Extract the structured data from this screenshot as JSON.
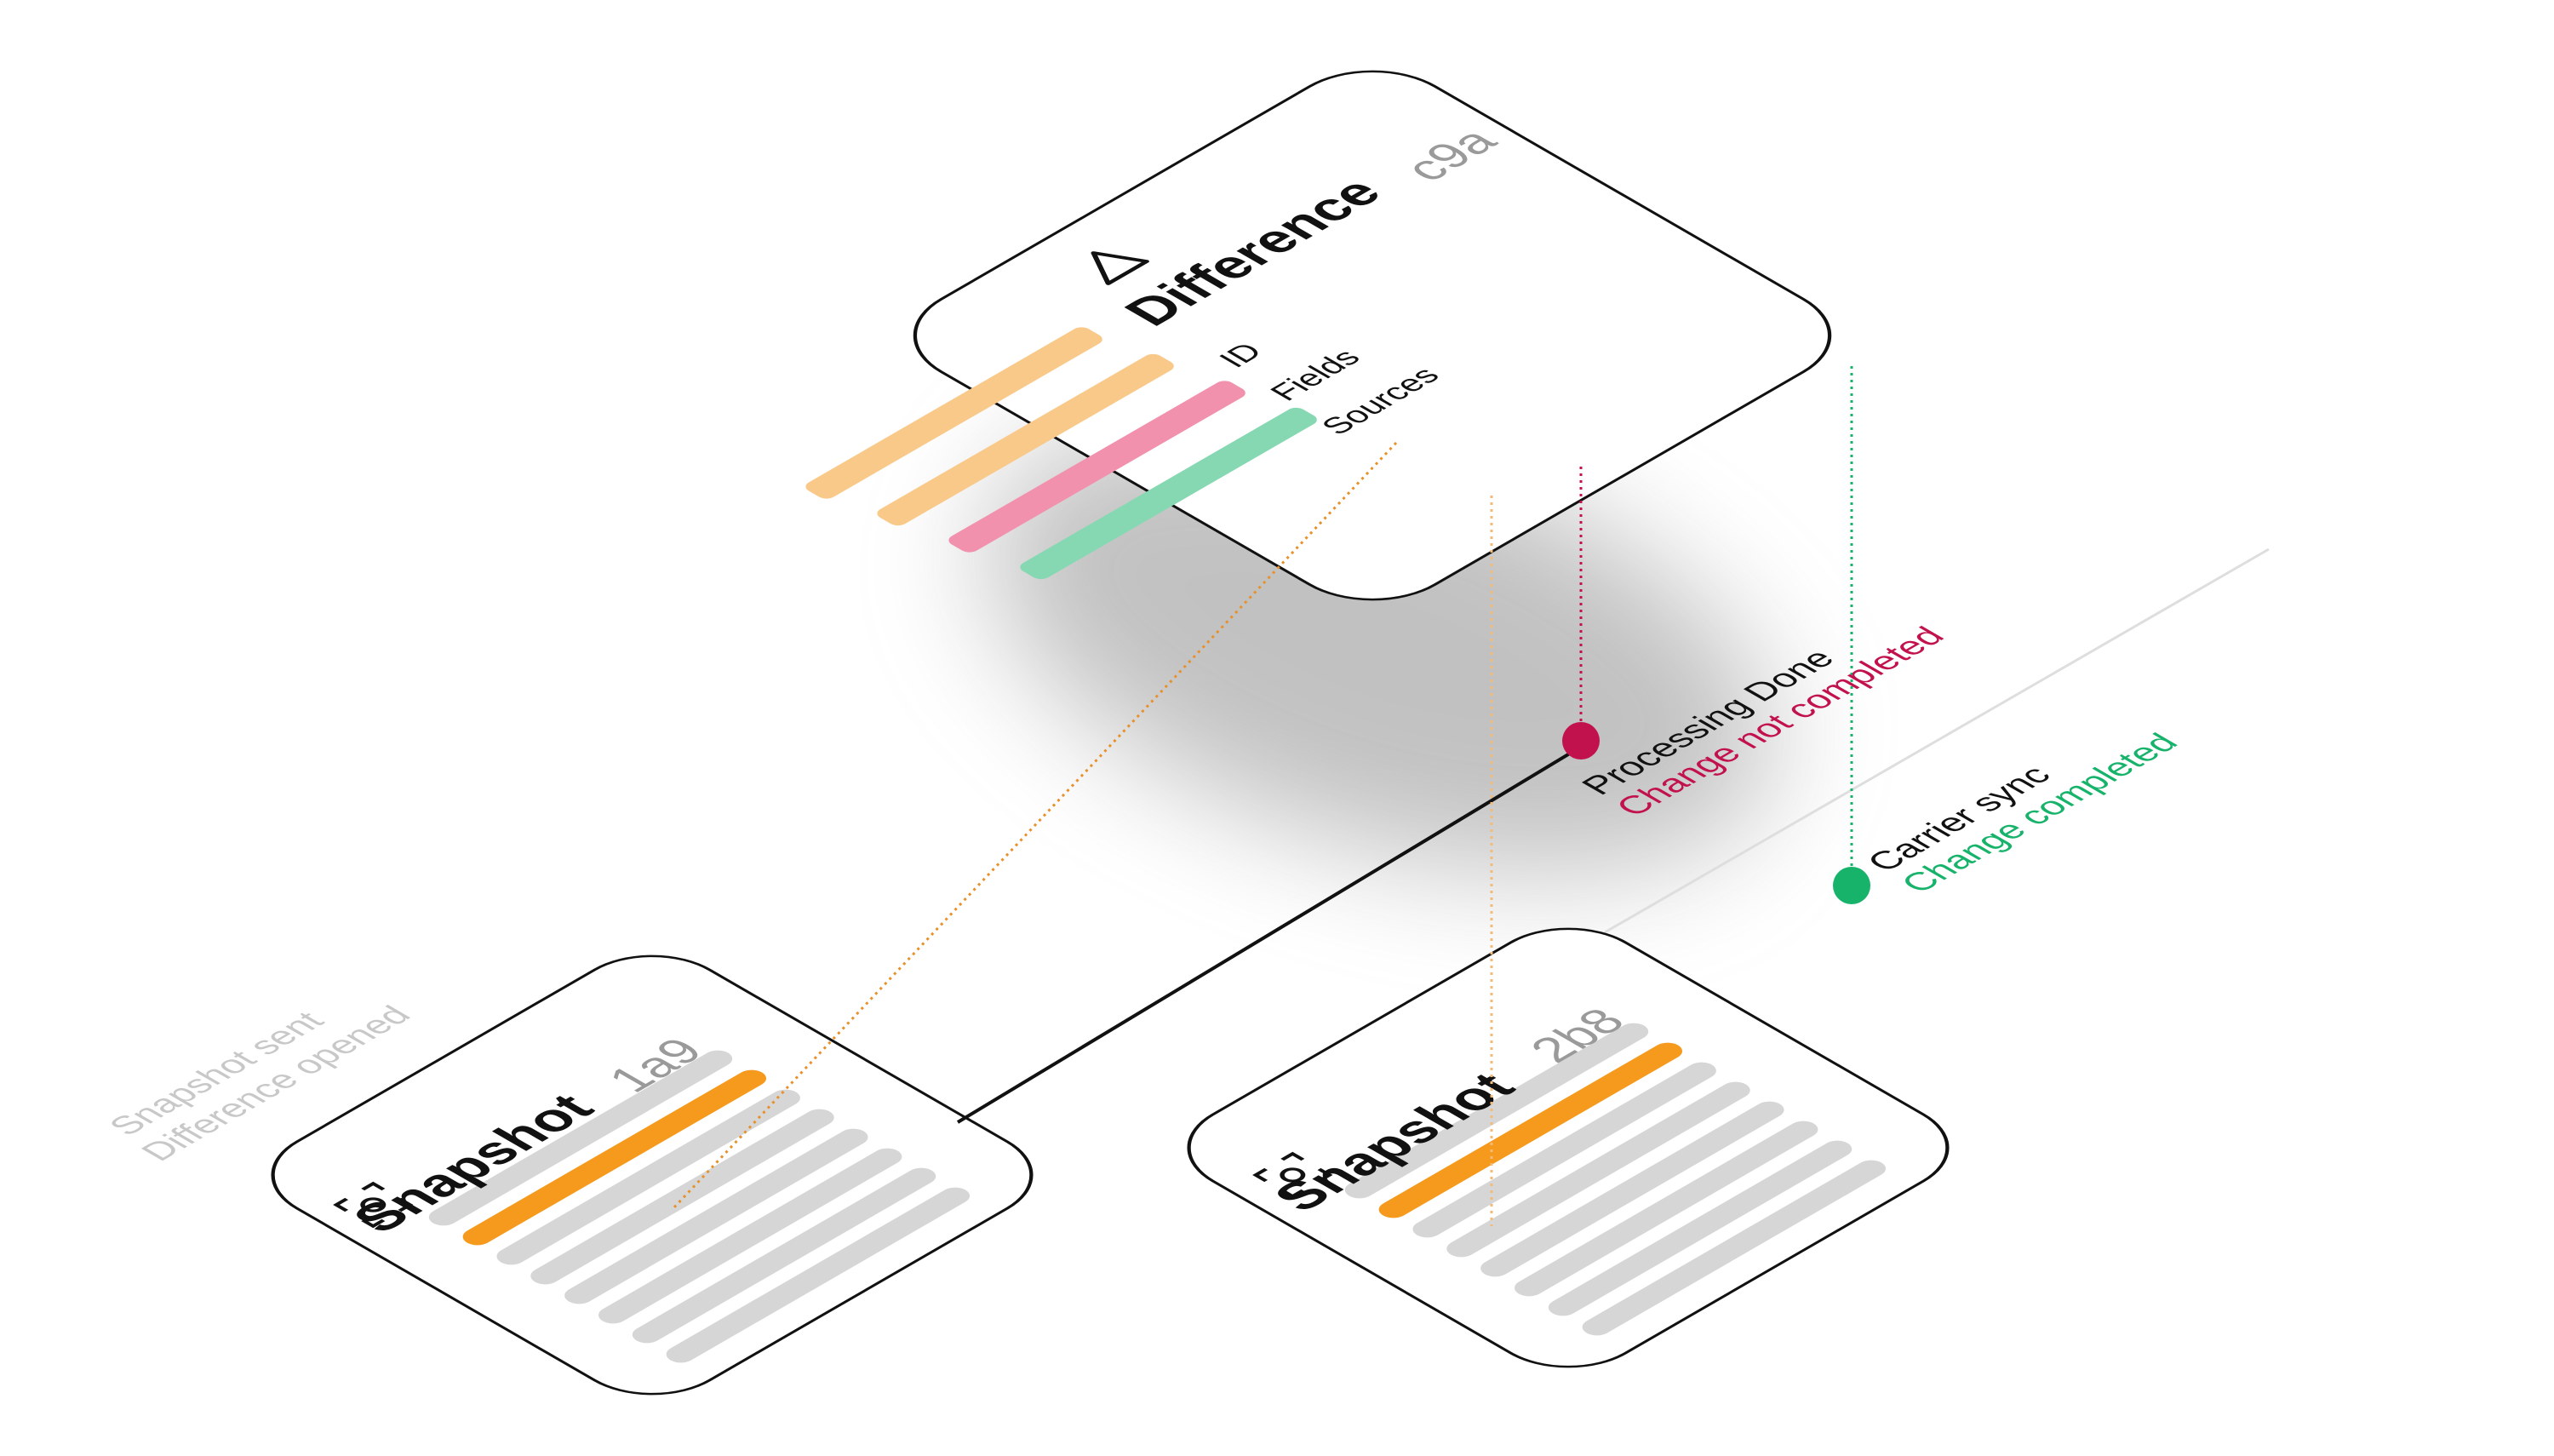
{
  "colors": {
    "card_border": "#111111",
    "bar_grey": "#d6d6d6",
    "bar_orange": "#f59a1c",
    "bar_light_orange": "#f9c98a",
    "bar_pink": "#f291ad",
    "bar_green": "#86d8b2",
    "status_red": "#c2124e",
    "status_green": "#17b36b",
    "guide_line": "#dedede"
  },
  "difference_card": {
    "icon": "delta-triangle-icon",
    "title": "Difference",
    "hash": "c9a",
    "fields": [
      "ID",
      "Fields",
      "Sources"
    ]
  },
  "snapshot_left": {
    "icon": "camera-focus-icon",
    "title": "Snapshot",
    "hash": "1a9",
    "label_primary": "Snapshot sent",
    "label_secondary": "Difference opened"
  },
  "snapshot_right": {
    "icon": "camera-focus-icon",
    "title": "Snapshot",
    "hash": "2b8"
  },
  "events": {
    "processing": {
      "title": "Processing Done",
      "status": "Change not completed"
    },
    "carrier": {
      "title": "Carrier sync",
      "status": "Change completed"
    }
  }
}
